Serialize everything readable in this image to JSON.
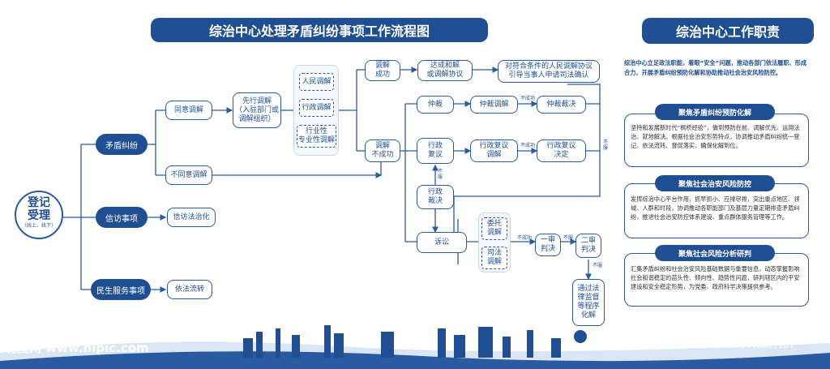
{
  "header": {
    "left_title": "综治中心处理矛盾纠纷事项工作流程图",
    "right_title": "综治中心工作职责"
  },
  "flow": {
    "start": {
      "line1": "登记",
      "line2": "受理",
      "sub": "（线上、线下）"
    },
    "branches": {
      "dispute": "矛盾纠纷",
      "petition": "信访事项",
      "service": "民生服务事项"
    },
    "agree": "同意调解",
    "disagree": "不同意调解",
    "first_mediation": "先行调解\n（入驻部门或\n调解组织）",
    "mediation_types": [
      "人民调解",
      "行政调解",
      "行业性\n专业性调解"
    ],
    "mediation_success": "调解\n成功",
    "mediation_fail": "调解\n不成功",
    "settlement": "达成和解\n或调解协议",
    "judicial": "对符合条件的人民调解协议\n引导当事人申请司法确认",
    "arbitration": "仲裁",
    "arbitration_mediation": "仲裁调解",
    "arbitration_award": "仲裁裁决",
    "admin_review": "行政\n复议",
    "admin_review_mediation": "行政复议\n调解",
    "admin_review_decision": "行政复议\n决定",
    "admin_ruling": "行政\n裁决",
    "litigation": "诉讼",
    "entrusted_mediation": "委托\n调解",
    "judicial_mediation": "司法\n调解",
    "first_trial": "一审\n判决",
    "second_trial": "二审\n判决",
    "legal_supervision": "通过法\n律监督\n等程序\n化解",
    "petition_result": "信访法治化",
    "service_result": "依法流转",
    "notes": {
      "fail": "不成功",
      "fail2": "不成功",
      "not_accept": "不服",
      "not_accept_admin": "不\n服",
      "not_accept_right": "不\n服",
      "not_accept_first": "不服",
      "not_accept_second": "不服"
    }
  },
  "duties": {
    "intro": "综治中心立足政法职能，着眼“安全”问题，推动各部门依法履职、形成合力，开展矛盾纠纷预防化解和协助推动社会治安风险防控。",
    "sections": [
      {
        "title": "聚焦矛盾纠纷预防化解",
        "text": "坚持和发展新时代“枫桥经验”，做到预防在前、调解优先、运用法治、就地解决。根据社会治安形势特点，协调推动矛盾纠纷统一登记、依法流转、督促落实、确保化解到位。"
      },
      {
        "title": "聚焦社会治安风险防控",
        "text": "发挥综治中心平台作用，抓早抓小、应排尽排，突出重点地区、领域、人群和时段，协调推动各职能部门及基层力量定期排查矛盾纠纷，推进社会治安防控体系建设、重点群体服务管理等工作。"
      },
      {
        "title": "聚焦社会风险分析研判",
        "text": "汇集矛盾纠纷和社会治安风险基础数据与重要信息，动态掌握影响社会和谐稳定的苗头性、倾向性、趋势性问题，研判辖区内的平安建设和安全稳定形势，为党委、政府科学决策提供参考。"
      }
    ]
  },
  "watermark": {
    "left": "昵图网 www.nipic.com",
    "right": "ID:2386263 NO:20251128093448889107"
  },
  "colors": {
    "primary": "#1f4f92",
    "accent": "#2a5aa0"
  }
}
